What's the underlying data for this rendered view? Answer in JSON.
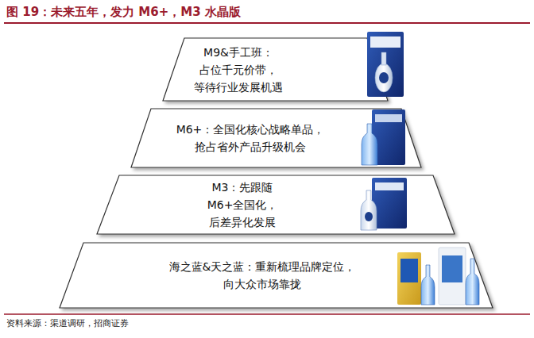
{
  "diagram": {
    "title": "图 19：未来五年，发力 M6+，M3 水晶版",
    "nodes": [
      {
        "text": [
          "M9&手工班： 占位千元价带， 等待行业发展机遇"
        ]
      },
      {
        "text": [
          "M6+：全国化核心战略单品， 抢占省外产品升级机会"
        ]
      },
      {
        "text": [
          "M3：先跟随 M6+全国化， 后差异化发展"
        ]
      },
      {
        "text": [
          "海之蓝&天之蓝：重新梳理品牌定位， 向大众市场靠拢"
        ]
      }
    ],
    "labels": [
      "资料来源：渠道调研，招商证券"
    ]
  }
}
